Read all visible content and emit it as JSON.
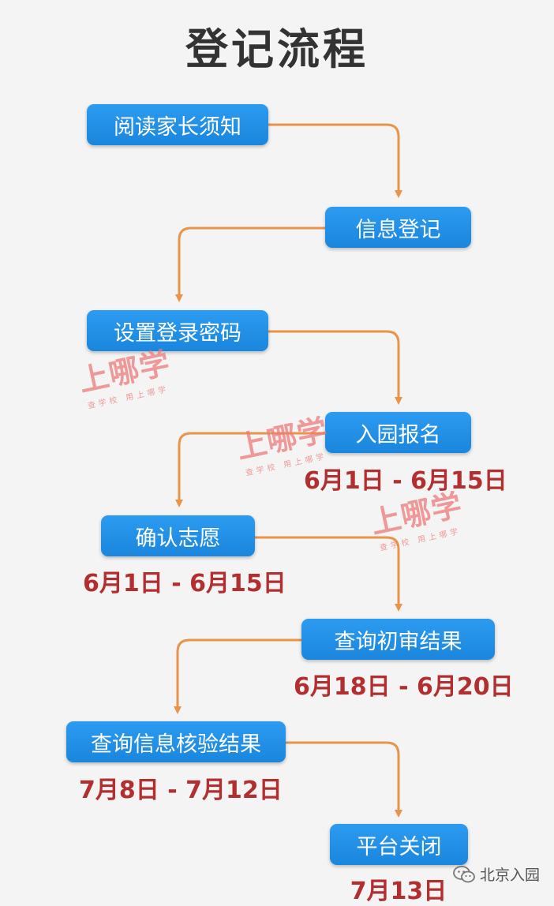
{
  "title": "登记流程",
  "steps": [
    {
      "label": "阅读家长须知"
    },
    {
      "label": "信息登记"
    },
    {
      "label": "设置登录密码"
    },
    {
      "label": "入园报名",
      "date": "6月1日 - 6月15日"
    },
    {
      "label": "确认志愿",
      "date": "6月1日 - 6月15日"
    },
    {
      "label": "查询初审结果",
      "date": "6月18日 - 6月20日"
    },
    {
      "label": "查询信息核验结果",
      "date": "7月8日 - 7月12日"
    },
    {
      "label": "平台关闭",
      "date": "7月13日"
    }
  ],
  "watermark": {
    "brand": "上哪学",
    "slogan": "查学校 用上哪学"
  },
  "source": "北京入园",
  "colors": {
    "step_fill": "#1a8ae0",
    "arrow": "#e8944a",
    "date_text": "#b32f2f"
  }
}
